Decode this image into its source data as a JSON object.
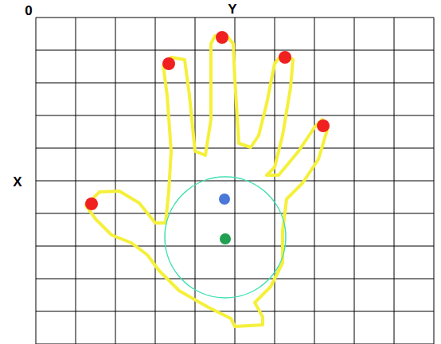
{
  "diagram": {
    "labels": [
      "0",
      "Y",
      "X"
    ]
  }
}
